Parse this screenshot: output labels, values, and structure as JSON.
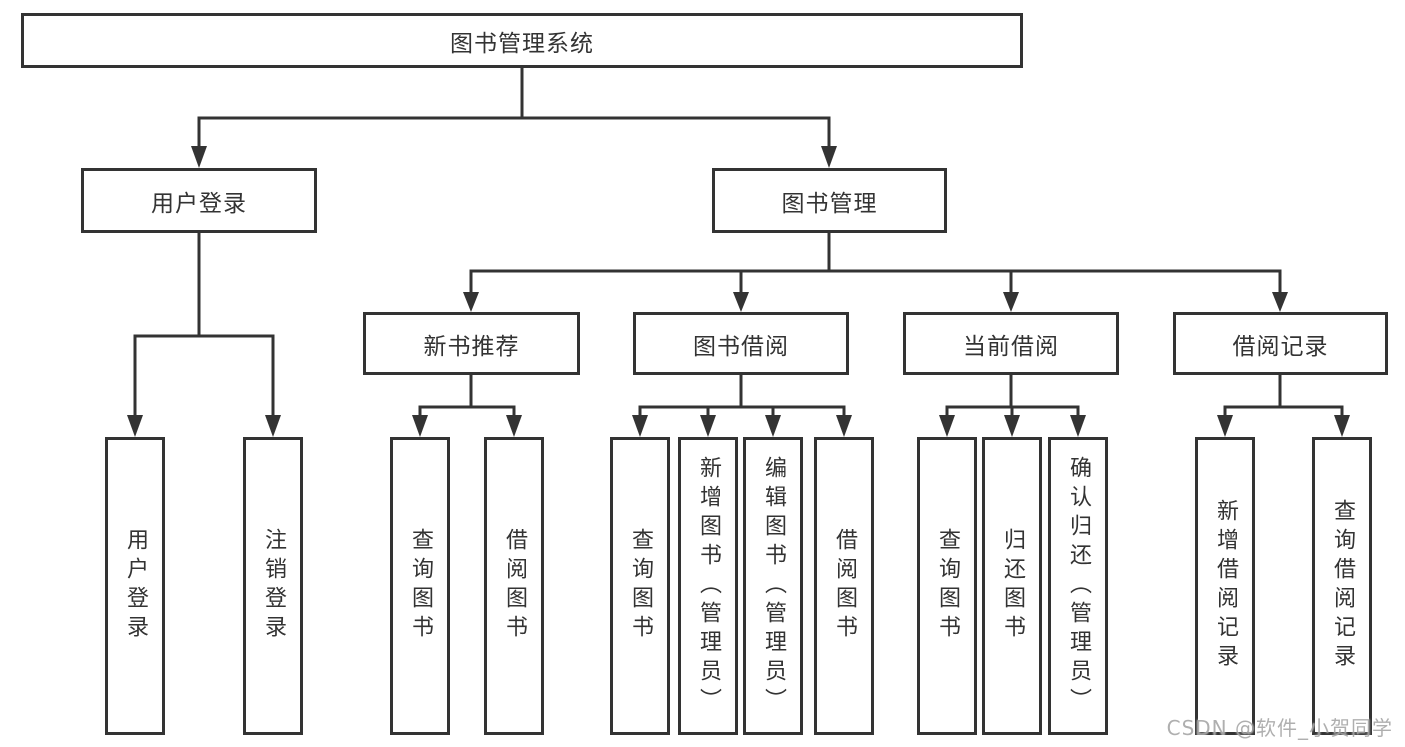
{
  "tree": {
    "root": "图书管理系统",
    "level2": {
      "user_login": "用户登录",
      "book_management": "图书管理"
    },
    "level3": {
      "new_book_recommend": "新书推荐",
      "book_borrow": "图书借阅",
      "current_borrow": "当前借阅",
      "borrow_records": "借阅记录"
    },
    "leaves": {
      "user_login": [
        "用户登录",
        "注销登录"
      ],
      "new_book_recommend": [
        "查询图书",
        "借阅图书"
      ],
      "book_borrow": [
        "查询图书",
        "新增图书（管理员）",
        "编辑图书（管理员）",
        "借阅图书"
      ],
      "current_borrow": [
        "查询图书",
        "归还图书",
        "确认归还（管理员）"
      ],
      "borrow_records": [
        "新增借阅记录",
        "查询借阅记录"
      ]
    }
  },
  "watermark": "CSDN @软件_小贺同学",
  "colors": {
    "line": "#333333",
    "box_border": "#333333",
    "text": "#333333",
    "watermark": "#9e9e9e",
    "background": "#ffffff"
  }
}
